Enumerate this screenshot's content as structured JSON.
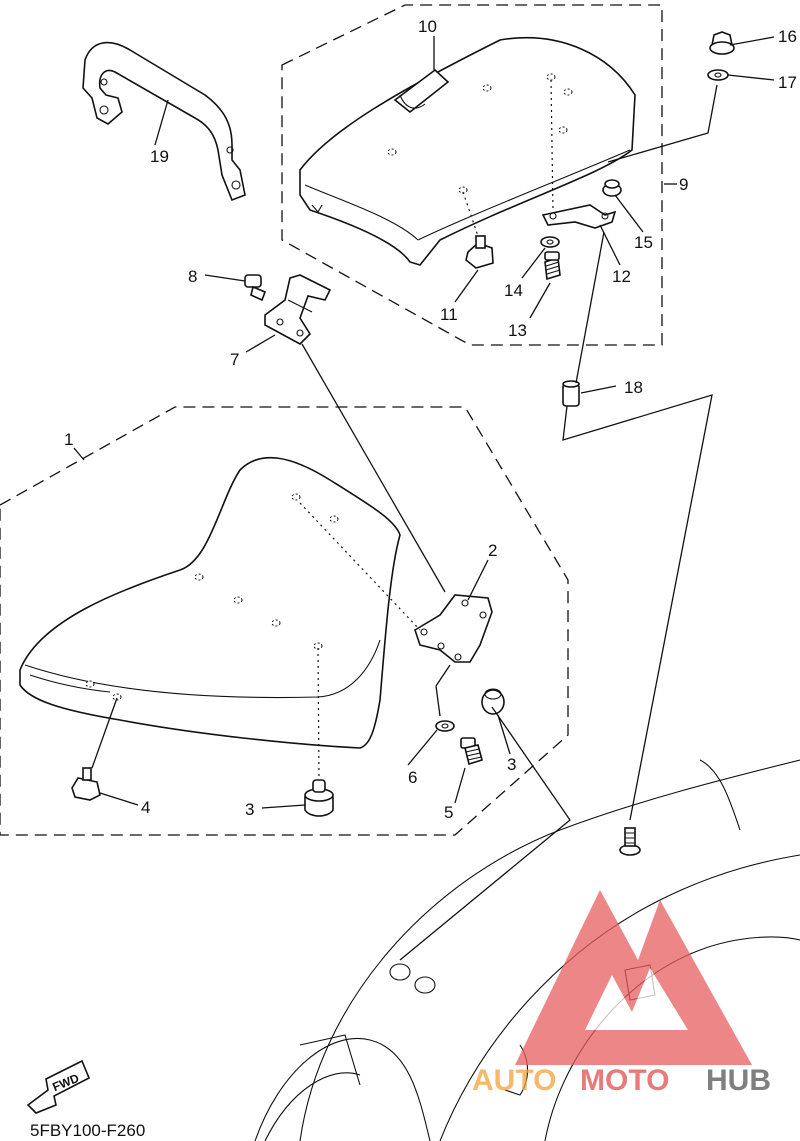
{
  "diagram_code": "5FBY100-F260",
  "fwd_label": "FWD",
  "watermark": {
    "part1": "AUTO",
    "part2": "MOTO",
    "part3": "HUB",
    "color_orange": "#f2a23a",
    "color_red": "#e05050",
    "color_gray": "#555555"
  },
  "callouts": [
    {
      "id": "1",
      "text": "1"
    },
    {
      "id": "2",
      "text": "2"
    },
    {
      "id": "3a",
      "text": "3"
    },
    {
      "id": "3b",
      "text": "3"
    },
    {
      "id": "4",
      "text": "4"
    },
    {
      "id": "5",
      "text": "5"
    },
    {
      "id": "6",
      "text": "6"
    },
    {
      "id": "7",
      "text": "7"
    },
    {
      "id": "8",
      "text": "8"
    },
    {
      "id": "9",
      "text": "9"
    },
    {
      "id": "10",
      "text": "10"
    },
    {
      "id": "11",
      "text": "11"
    },
    {
      "id": "12",
      "text": "12"
    },
    {
      "id": "13",
      "text": "13"
    },
    {
      "id": "14",
      "text": "14"
    },
    {
      "id": "15",
      "text": "15"
    },
    {
      "id": "16",
      "text": "16"
    },
    {
      "id": "17",
      "text": "17"
    },
    {
      "id": "18",
      "text": "18"
    },
    {
      "id": "19",
      "text": "19"
    }
  ]
}
